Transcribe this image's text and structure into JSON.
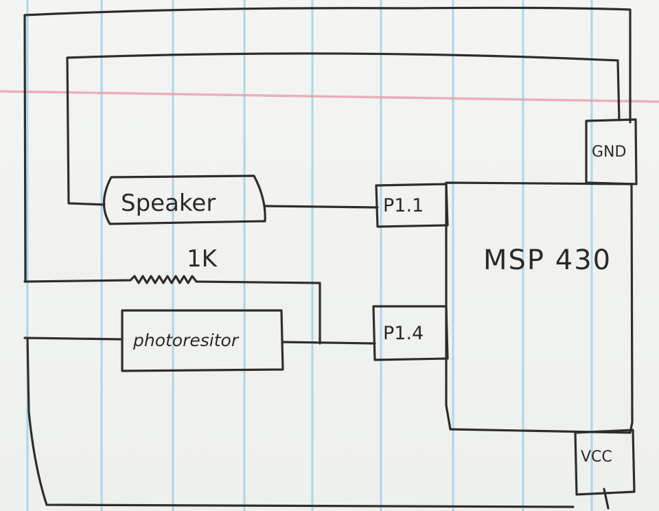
{
  "diagram": {
    "components": {
      "microcontroller": "MSP 430",
      "speaker": "Speaker",
      "photoresistor": "photoresitor",
      "resistor": "1K",
      "pin_speaker": "P1.1",
      "pin_sensor": "P1.4",
      "ground": "GND",
      "supply": "VCC"
    },
    "connections": [
      {
        "from": "Speaker",
        "to": "P1.1"
      },
      {
        "from": "Speaker",
        "to": "GND"
      },
      {
        "from": "photoresitor",
        "to": "P1.4"
      },
      {
        "from": "1K",
        "to": "P1.4"
      },
      {
        "from": "GND",
        "to": "1K"
      },
      {
        "from": "VCC",
        "to": "photoresitor"
      }
    ]
  },
  "colors": {
    "ink": "#2f2d2a",
    "paper": "#f2f3f1",
    "rule_blue": "#9fd2ee",
    "margin_red": "#e7a0aa"
  }
}
